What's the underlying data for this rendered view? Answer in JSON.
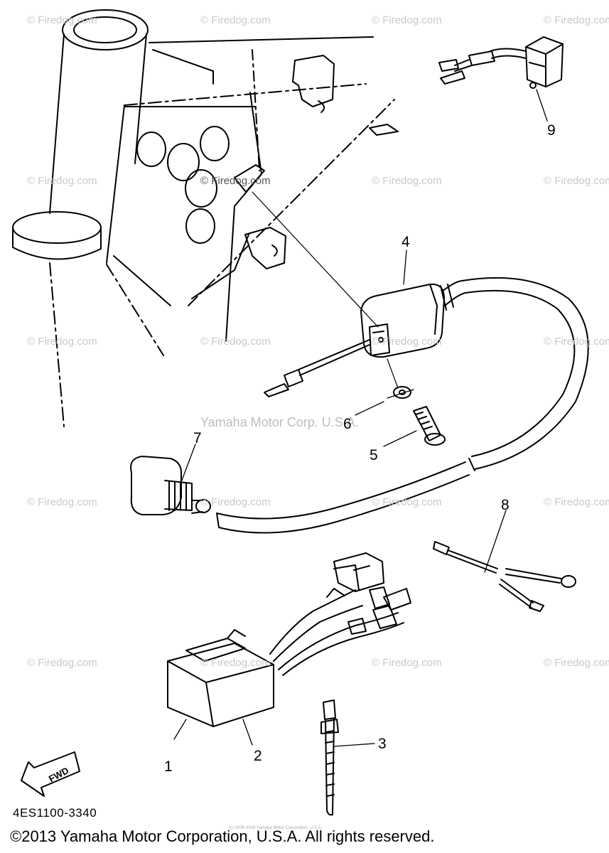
{
  "watermarks": [
    "© Firedog.com",
    "© Firedog.com",
    "© Firedog.com",
    "© Firedog.com",
    "© Firedog.com",
    "© Firedog.com",
    "© Firedog.com",
    "© Firedog.com",
    "© Firedog.com",
    "© Firedog.com",
    "© Firedog.com",
    "© Firedog.com",
    "© Firedog.com",
    "© Firedog.com",
    "© Firedog.com",
    "© Firedog.com",
    "© Firedog.com",
    "© Firedog.com",
    "© Firedog.com",
    "© Firedog.com"
  ],
  "center_watermark": "Yamaha Motor Corp. U.S.A.",
  "callouts": [
    "1",
    "2",
    "3",
    "4",
    "5",
    "6",
    "7",
    "8",
    "9"
  ],
  "fwd_label": "FWD",
  "part_code": "4ES1100-3340",
  "copyright": "©2013 Yamaha Motor Corporation, U.S.A. All rights reserved.",
  "tiny_notice": "(c) 2009-2016 Yamaha Motor Corporation, U.S.A.",
  "colors": {
    "line": "#000000",
    "watermark": "#c9c9c9",
    "background": "#ffffff"
  }
}
